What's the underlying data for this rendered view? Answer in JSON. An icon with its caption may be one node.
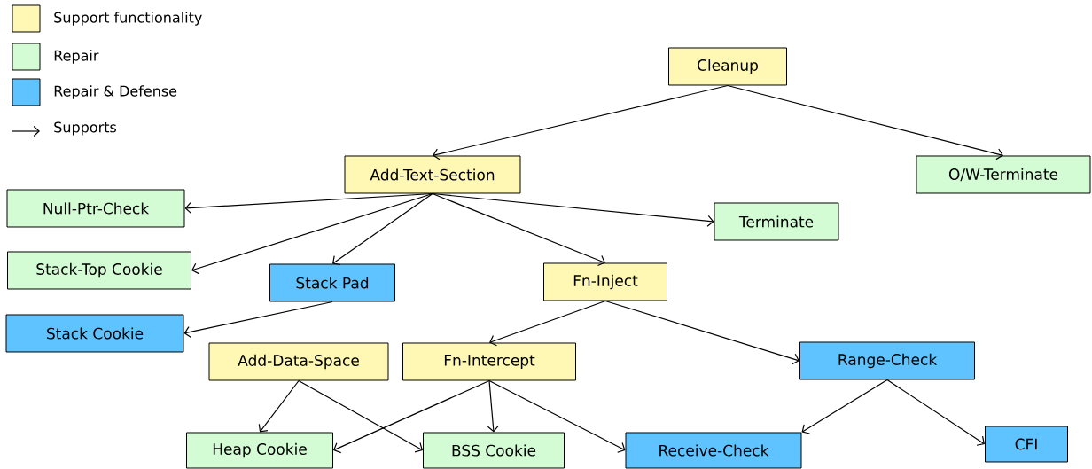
{
  "diagram": {
    "nodes": [
      {
        "text": [
          "Cleanup"
        ]
      },
      {
        "text": [
          "Add-Text-Section"
        ]
      },
      {
        "text": [
          "O/W-Terminate"
        ]
      },
      {
        "text": [
          "Null-Ptr-Check"
        ]
      },
      {
        "text": [
          "Terminate"
        ]
      },
      {
        "text": [
          "Stack-Top Cookie"
        ]
      },
      {
        "text": [
          "Stack Pad"
        ]
      },
      {
        "text": [
          "Fn-Inject"
        ]
      },
      {
        "text": [
          "Stack Cookie"
        ]
      },
      {
        "text": [
          "Add-Data-Space"
        ]
      },
      {
        "text": [
          "Fn-Intercept"
        ]
      },
      {
        "text": [
          "Range-Check"
        ]
      },
      {
        "text": [
          "Heap Cookie"
        ]
      },
      {
        "text": [
          "BSS Cookie"
        ]
      },
      {
        "text": [
          "Receive-Check"
        ]
      },
      {
        "text": [
          "CFI"
        ]
      }
    ],
    "edges": [
      {
        "from": 0,
        "to": 1,
        "arrow": "to"
      },
      {
        "from": 0,
        "to": 2,
        "arrow": "to"
      },
      {
        "from": 1,
        "to": 3,
        "arrow": "to"
      },
      {
        "from": 1,
        "to": 5,
        "arrow": "to"
      },
      {
        "from": 1,
        "to": 6,
        "arrow": "to"
      },
      {
        "from": 1,
        "to": 7,
        "arrow": "to"
      },
      {
        "from": 1,
        "to": 4,
        "arrow": "to"
      },
      {
        "from": 6,
        "to": 8,
        "arrow": "to"
      },
      {
        "from": 7,
        "to": 10,
        "arrow": "to"
      },
      {
        "from": 7,
        "to": 11,
        "arrow": "to"
      },
      {
        "from": 9,
        "to": 12,
        "arrow": "to"
      },
      {
        "from": 9,
        "to": 13,
        "arrow": "to"
      },
      {
        "from": 10,
        "to": 12,
        "arrow": "to"
      },
      {
        "from": 10,
        "to": 13,
        "arrow": "to"
      },
      {
        "from": 10,
        "to": 14,
        "arrow": "to"
      },
      {
        "from": 11,
        "to": 14,
        "arrow": "to"
      },
      {
        "from": 11,
        "to": 15,
        "arrow": "to"
      }
    ],
    "legend": [
      {
        "text": "Support functionality",
        "color": "#fff8b4"
      },
      {
        "text": "Repair",
        "color": "#d4fcd4"
      },
      {
        "text": "Repair & Defense",
        "color": "#5fc3ff"
      },
      {
        "text": "Supports"
      }
    ]
  }
}
